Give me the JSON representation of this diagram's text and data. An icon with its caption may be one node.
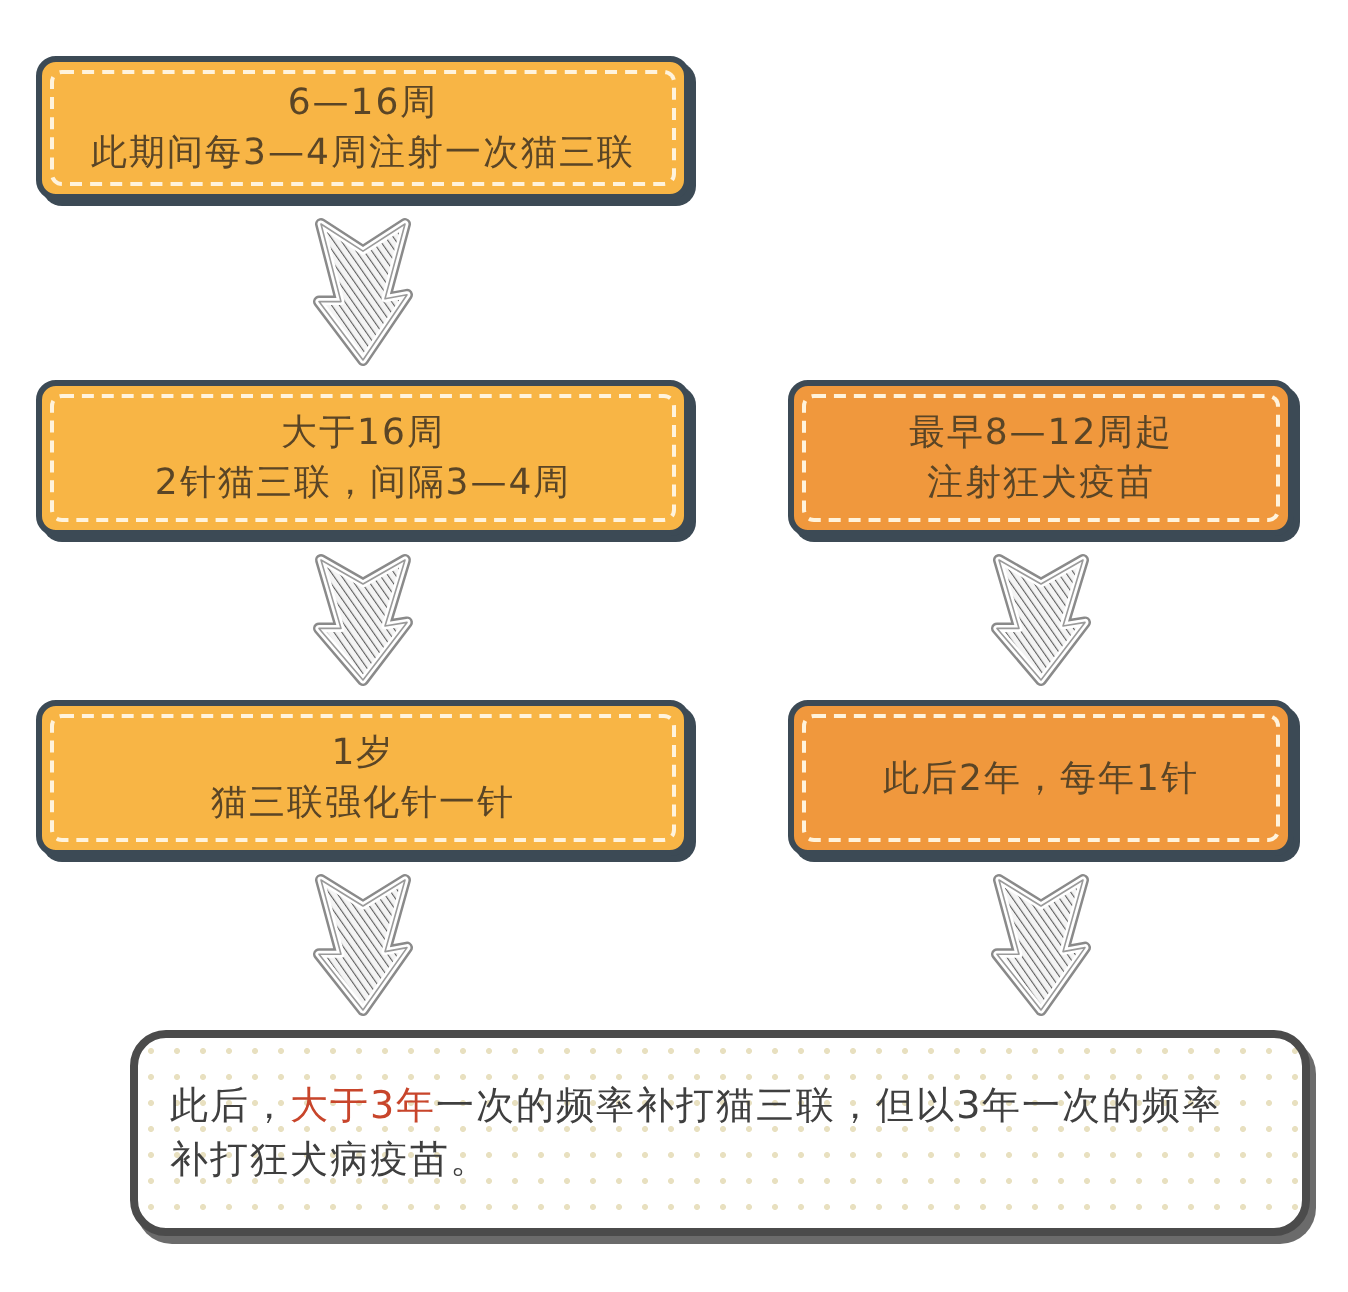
{
  "diagram": {
    "nodes": [
      {
        "text": [
          "6—16周",
          "此期间每3—4周注射一次猫三联"
        ]
      },
      {
        "text": [
          "大于16周",
          "2针猫三联，间隔3—4周"
        ]
      },
      {
        "text": [
          "最早8—12周起",
          "注射狂犬疫苗"
        ]
      },
      {
        "text": [
          "1岁",
          "猫三联强化针一针"
        ]
      },
      {
        "text": [
          "此后2年，每年1针"
        ]
      },
      {
        "text": [
          "此后，**大于3年**一次的频率补打猫三联，但以3年一次的频率补打狂犬病疫苗。"
        ]
      }
    ],
    "edges": [
      {
        "from": 0,
        "to": 1,
        "arrow": "to"
      },
      {
        "from": 1,
        "to": 3,
        "arrow": "to"
      },
      {
        "from": 3,
        "to": 5,
        "arrow": "to"
      },
      {
        "from": 2,
        "to": 4,
        "arrow": "to"
      },
      {
        "from": 4,
        "to": 5,
        "arrow": "to"
      }
    ]
  }
}
